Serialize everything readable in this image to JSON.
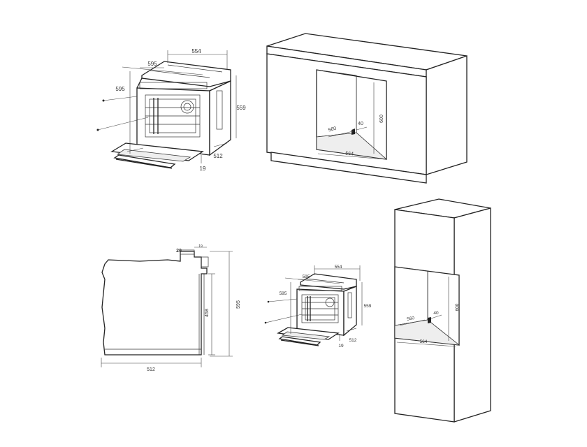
{
  "oven_top": {
    "width_top": "554",
    "width_front": "595",
    "height_front": "595",
    "height_side": "559",
    "depth": "512",
    "door": "19"
  },
  "cabinet_top": {
    "depth": "560",
    "gap": "40",
    "width": "564",
    "height": "600"
  },
  "side_view": {
    "top": "20",
    "top_small": "19",
    "height_inner": "458",
    "height_total": "595",
    "depth": "512"
  },
  "oven_small": {
    "width_top": "554",
    "width_front": "595",
    "height_front": "595",
    "height_side": "559",
    "depth": "512",
    "door": "19"
  },
  "tall_cabinet": {
    "depth": "560",
    "gap": "40",
    "width": "564",
    "height": "600"
  }
}
